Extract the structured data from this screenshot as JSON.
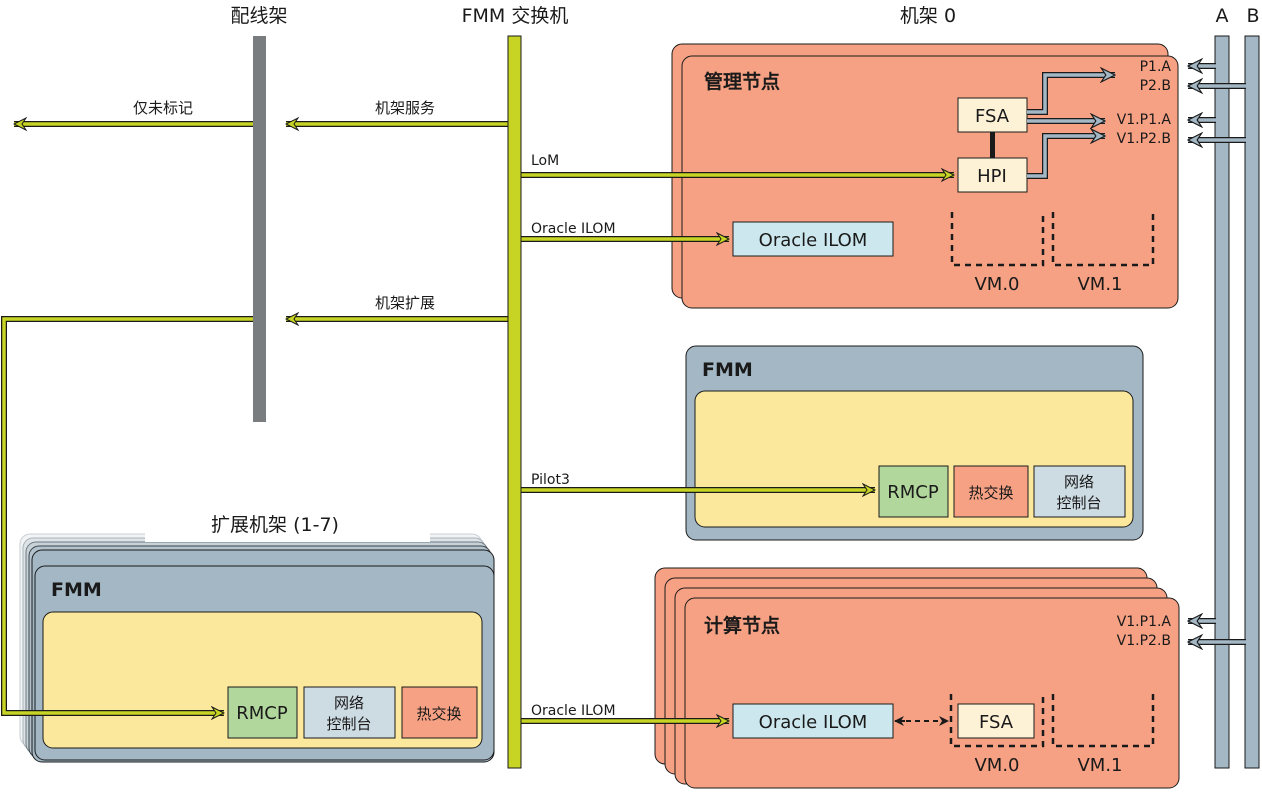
{
  "headers": {
    "patch_panel": "配线架",
    "fmm_switch": "FMM 交换机",
    "chassis0": "机架 0",
    "bus_a": "A",
    "bus_b": "B"
  },
  "links": {
    "untagged_only": "仅未标记",
    "chassis_services": "机架服务",
    "chassis_expansion": "机架扩展",
    "lom": "LoM",
    "oracle_ilom_mgmt": "Oracle ILOM",
    "pilot3": "Pilot3",
    "oracle_ilom_compute": "Oracle ILOM"
  },
  "management_node": {
    "title": "管理节点",
    "fsa": "FSA",
    "hpi": "HPI",
    "oracle_ilom": "Oracle ILOM",
    "vm0": "VM.0",
    "vm1": "VM.1",
    "ports": [
      "P1.A",
      "P2.B",
      "V1.P1.A",
      "V1.P2.B"
    ]
  },
  "fmm_main": {
    "title": "FMM",
    "rmcp": "RMCP",
    "hotswap": "热交换",
    "netconsole_line1": "网络",
    "netconsole_line2": "控制台"
  },
  "compute_node": {
    "title": "计算节点",
    "oracle_ilom": "Oracle ILOM",
    "fsa": "FSA",
    "vm0": "VM.0",
    "vm1": "VM.1",
    "ports": [
      "V1.P1.A",
      "V1.P2.B"
    ]
  },
  "expansion": {
    "title": "扩展机架 (1-7)",
    "fmm_title": "FMM",
    "rmcp": "RMCP",
    "netconsole_line1": "网络",
    "netconsole_line2": "控制台",
    "hotswap": "热交换"
  },
  "colors": {
    "salmon": "#f6a184",
    "slate": "#a3b7c4",
    "cream": "#fce89c",
    "green": "#b1d79d",
    "ilom_blue": "#cce8ee",
    "fsa_cream": "#fdf1d6",
    "lime": "#c8d423",
    "gray_bar": "#7a7d80"
  }
}
